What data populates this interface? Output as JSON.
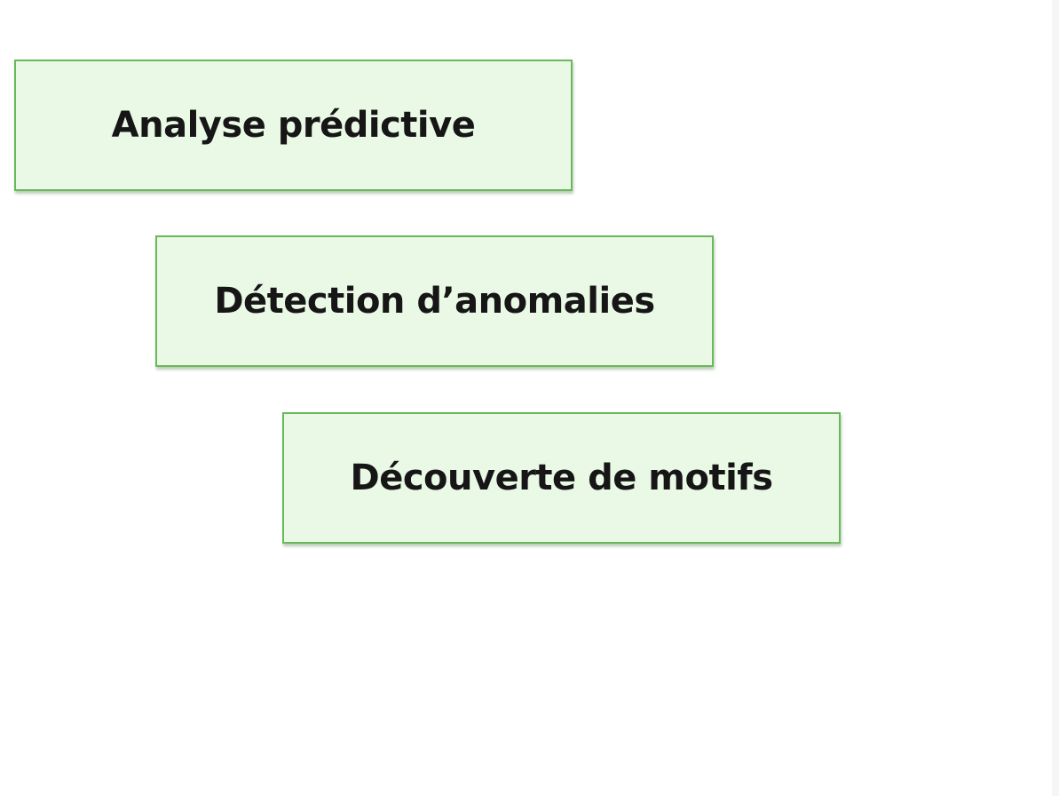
{
  "diagram": {
    "steps": [
      {
        "label": "Analyse prédictive"
      },
      {
        "label": "Détection d’anomalies"
      },
      {
        "label": "Découverte de motifs"
      }
    ],
    "colors": {
      "box_fill": "#eaf9e6",
      "box_border": "#6ab85c",
      "text": "#161616",
      "background": "#ffffff"
    }
  }
}
